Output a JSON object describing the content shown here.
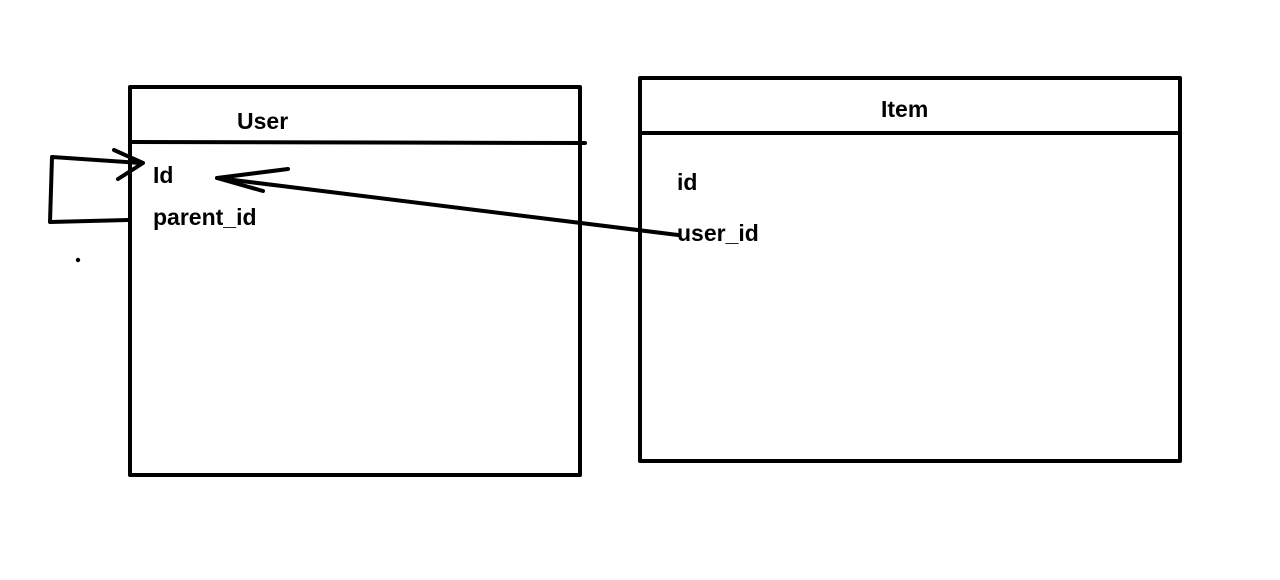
{
  "diagram": {
    "colors": {
      "stroke": "#000000",
      "background": "#ffffff"
    },
    "entities": {
      "user": {
        "title": "User",
        "fields": [
          "Id",
          "parent_id"
        ]
      },
      "item": {
        "title": "Item",
        "fields": [
          "id",
          "user_id"
        ]
      }
    },
    "relations": [
      {
        "from": "user.parent_id",
        "to": "user.Id"
      },
      {
        "from": "item.user_id",
        "to": "user.Id"
      }
    ]
  }
}
